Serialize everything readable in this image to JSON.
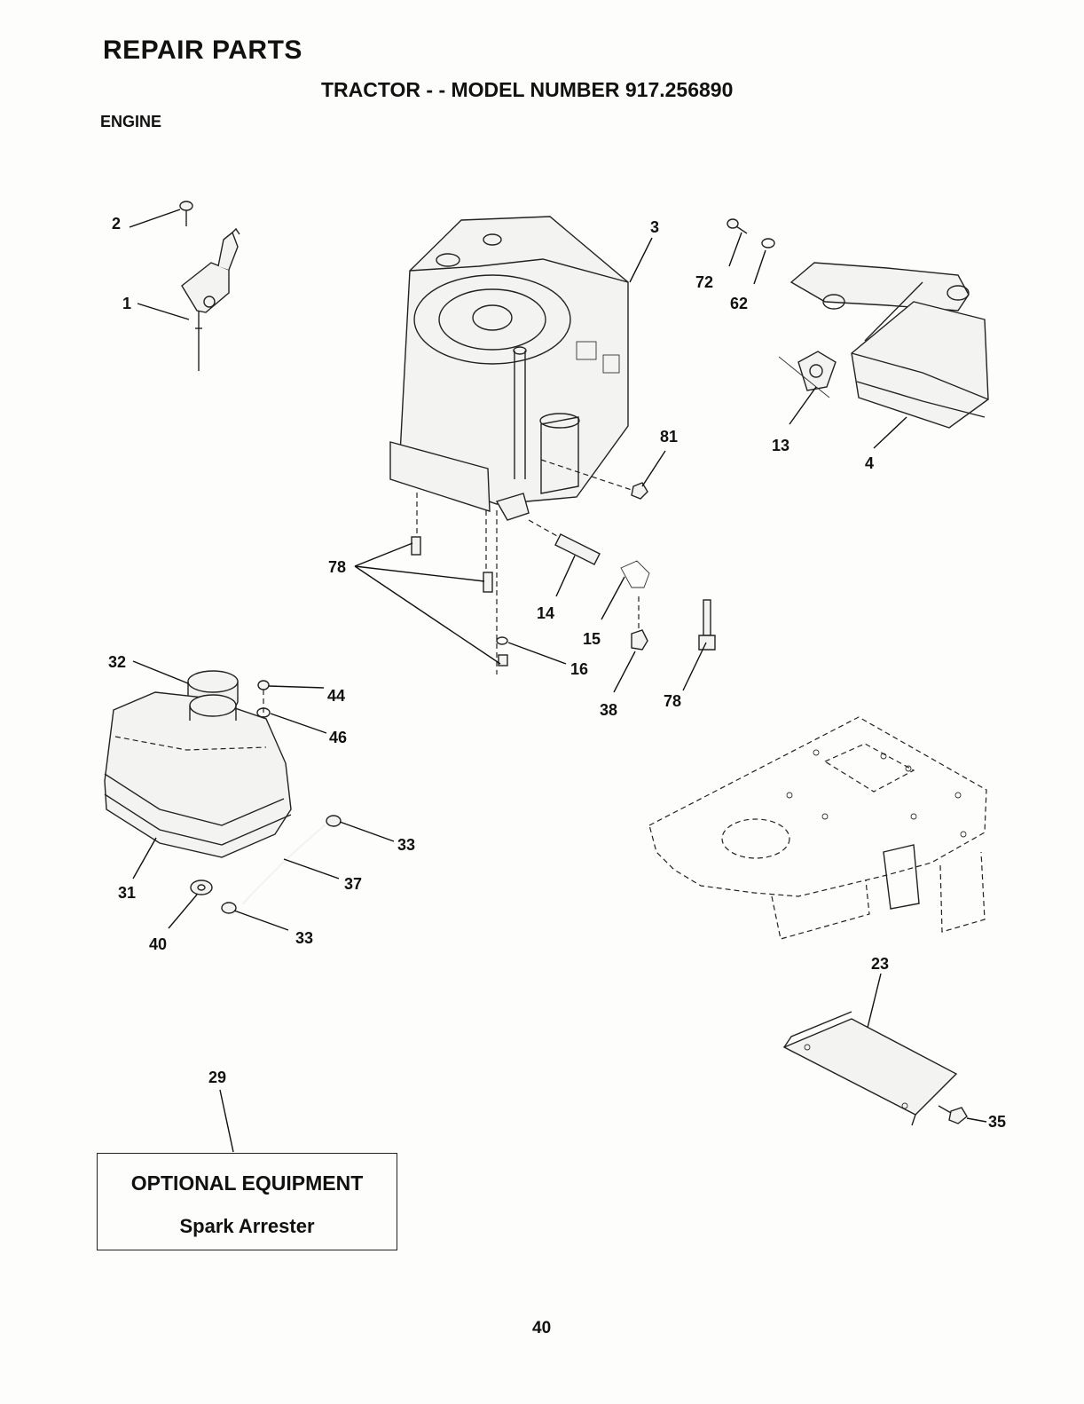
{
  "header": {
    "title": "REPAIR PARTS",
    "subtitle": "TRACTOR - - MODEL NUMBER 917.256890",
    "section": "ENGINE"
  },
  "callouts": {
    "c1": "1",
    "c2": "2",
    "c3": "3",
    "c4": "4",
    "c13": "13",
    "c14": "14",
    "c15": "15",
    "c16": "16",
    "c23": "23",
    "c29": "29",
    "c31": "31",
    "c32": "32",
    "c33a": "33",
    "c33b": "33",
    "c35": "35",
    "c37": "37",
    "c38": "38",
    "c40": "40",
    "c44": "44",
    "c46": "46",
    "c62": "62",
    "c72": "72",
    "c78a": "78",
    "c78b": "78",
    "c81": "81"
  },
  "optional_equipment": {
    "title": "OPTIONAL EQUIPMENT",
    "item": "Spark Arrester"
  },
  "page_number": "40"
}
